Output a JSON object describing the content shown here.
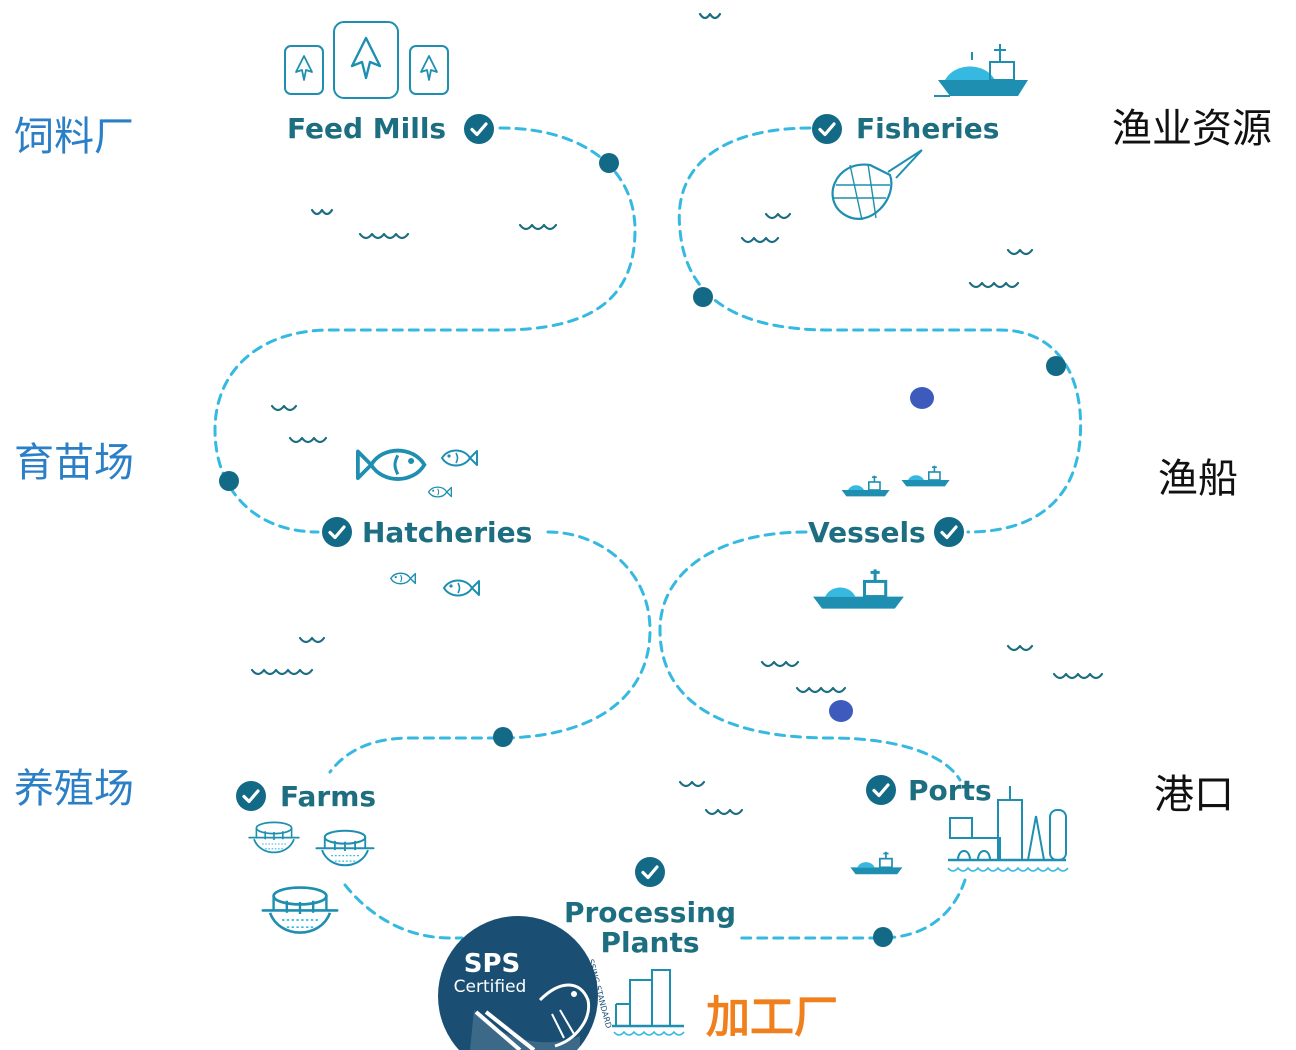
{
  "colors": {
    "path": "#35b9e0",
    "node": "#136a86",
    "label": "#1c6e80",
    "cn_left": "#2a7fc7",
    "cn_right": "#111111",
    "cn_orange": "#f0801e",
    "badge": "#1a4f73",
    "blue_dot": "#3d5bbd"
  },
  "stages": {
    "feed_mills": "Feed Mills",
    "fisheries": "Fisheries",
    "hatcheries": "Hatcheries",
    "vessels": "Vessels",
    "farms": "Farms",
    "ports": "Ports",
    "processing_line1": "Processing",
    "processing_line2": "Plants"
  },
  "chinese_labels": {
    "feed_mills": "饲料厂",
    "fisheries": "渔业资源",
    "hatcheries": "育苗场",
    "vessels": "渔船",
    "farms": "养殖场",
    "ports": "港口",
    "processing": "加工厂"
  },
  "badge": {
    "line1": "SPS",
    "line2": "Certified",
    "arc_text": "SSING STANDARD"
  },
  "icons": [
    "feed-bag-icon",
    "fishing-vessel-icon",
    "fishing-net-icon",
    "fish-icon",
    "trawler-icon",
    "fish-pen-icon",
    "port-city-icon",
    "factory-icon",
    "checkmark-icon",
    "wave-icon"
  ]
}
